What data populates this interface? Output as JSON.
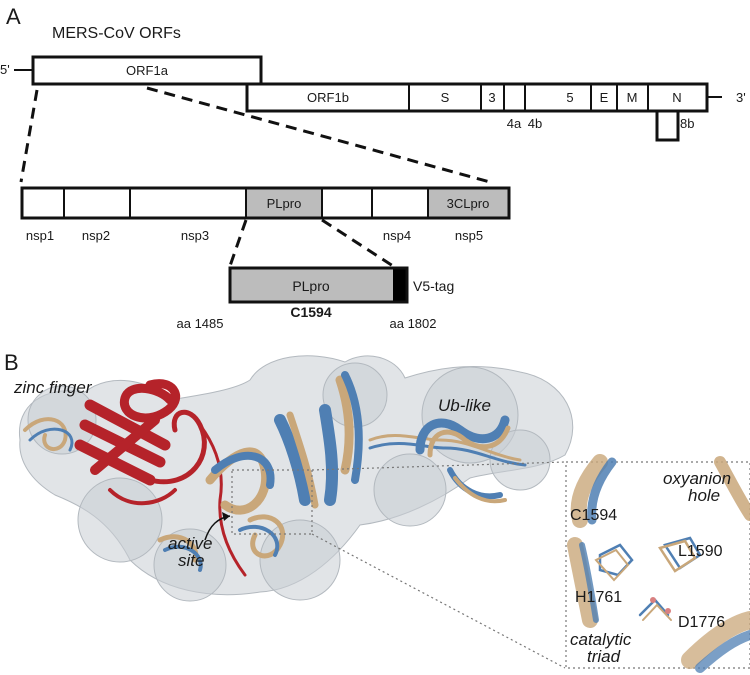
{
  "panel_a": {
    "letter": "A",
    "title": "MERS-CoV ORFs",
    "five_prime": "5'",
    "three_prime": "3'",
    "orfs": {
      "orf1a": "ORF1a",
      "orf1b": "ORF1b",
      "s": "S",
      "orf3": "3",
      "orf4a": "4a",
      "orf4b": "4b",
      "orf5": "5",
      "e": "E",
      "m": "M",
      "n": "N",
      "orf8b": "8b"
    },
    "domains": {
      "plpro": "PLpro",
      "clpro": "3CLpro"
    },
    "nsps": [
      "nsp1",
      "nsp2",
      "nsp3",
      "nsp4",
      "nsp5"
    ],
    "construct": {
      "label": "PLpro",
      "tag": "V5-tag",
      "start": "aa 1485",
      "mutation": "C1594",
      "end": "aa 1802"
    }
  },
  "panel_b": {
    "letter": "B",
    "zinc_finger": "zinc finger",
    "ub_like": "Ub-like",
    "active_site_line1": "active",
    "active_site_line2": "site",
    "inset": {
      "oxyanion_line1": "oxyanion",
      "oxyanion_line2": "hole",
      "c1594": "C1594",
      "l1590": "L1590",
      "h1761": "H1761",
      "d1776": "D1776",
      "catalytic_line1": "catalytic",
      "catalytic_line2": "triad"
    },
    "colors": {
      "zinc_finger": "#b5232a",
      "tan_structure": "#c9a77a",
      "blue_structure": "#4f7fb3",
      "surface": "#c9ced3"
    }
  }
}
